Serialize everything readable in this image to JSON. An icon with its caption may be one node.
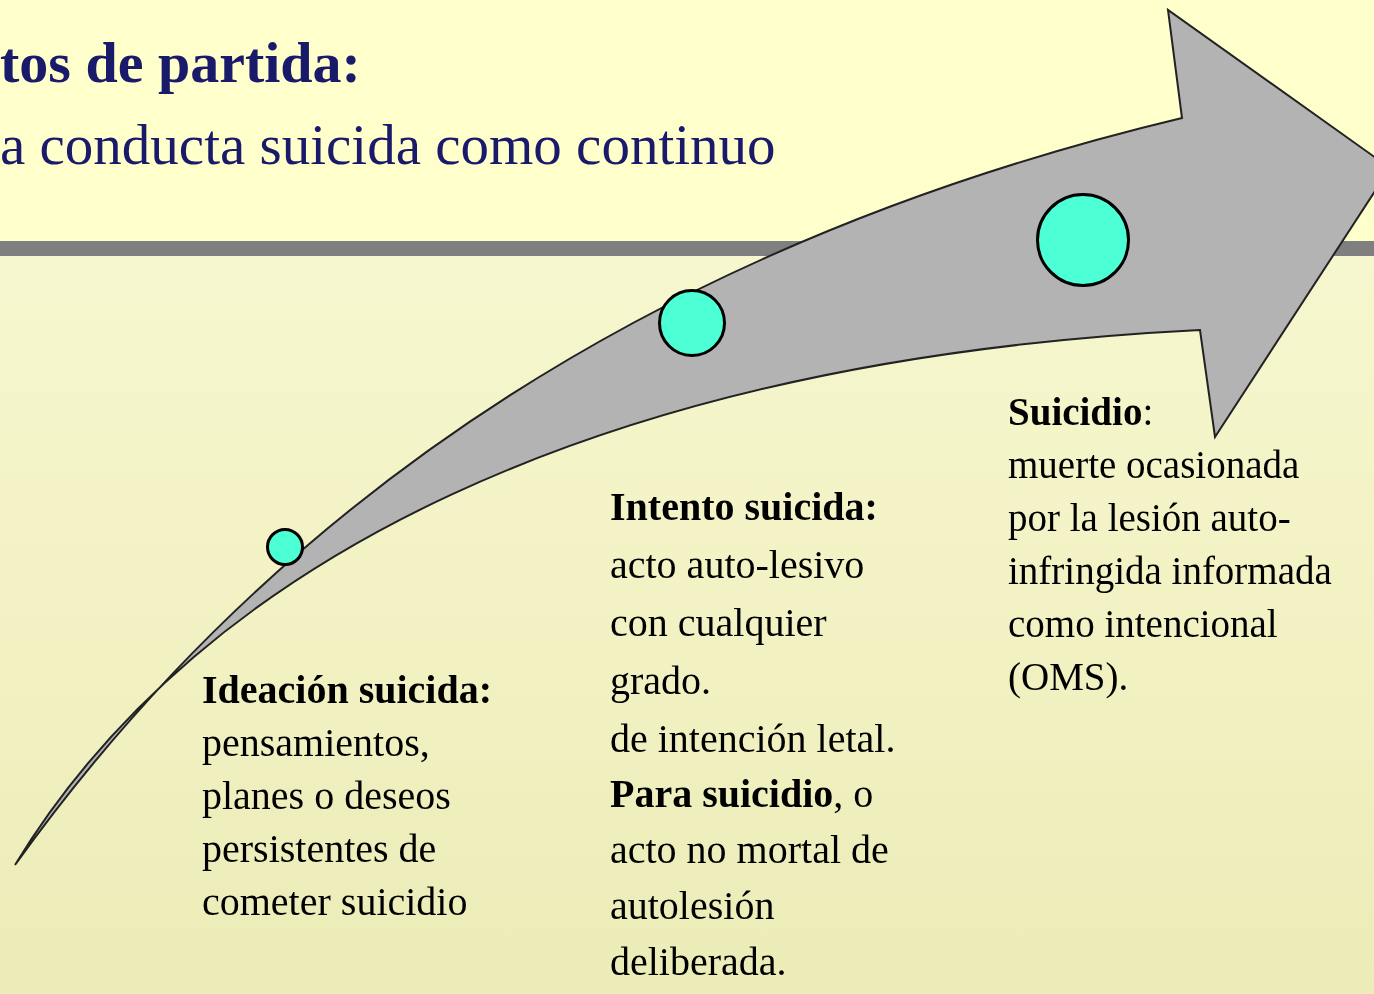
{
  "diagram": {
    "title": "tos de partida:",
    "nodes": [
      {
        "text": [],
        "shape": "circle"
      },
      {
        "text": [],
        "shape": "circle"
      },
      {
        "text": [],
        "shape": "circle"
      }
    ],
    "labels": [
      "a conducta suicida como continuo",
      "Ideación suicida:",
      "pensamientos, planes o deseos persistentes de cometer suicidio",
      "Intento suicida:",
      "acto auto-lesivo con cualquier grado.",
      "de intención letal.",
      "**Para suicidio**, o acto no mortal de autolesión deliberada.",
      "**Suicidio**:",
      "muerte ocasionada por la lesión auto-infringida informada como intencional (OMS)."
    ]
  }
}
